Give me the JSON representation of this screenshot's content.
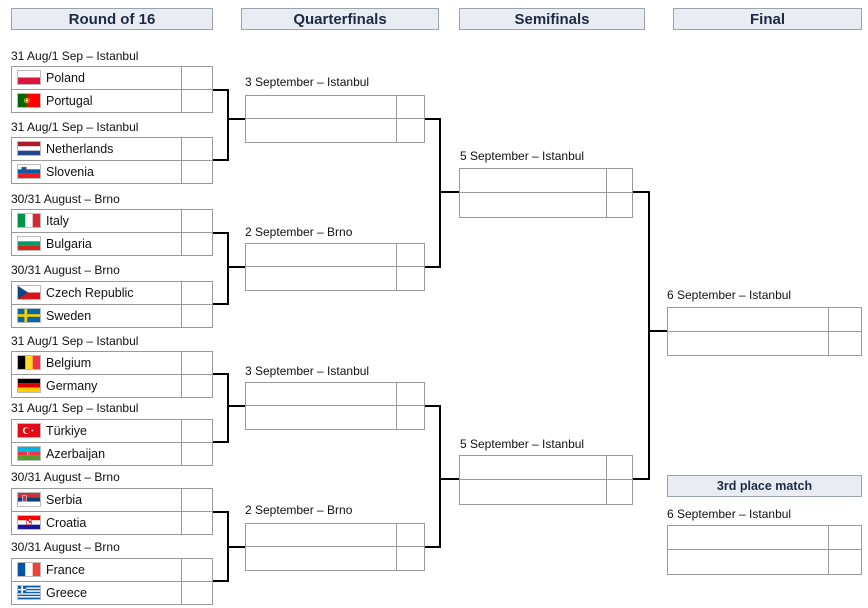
{
  "headers": {
    "round_of_16": "Round of 16",
    "quarterfinals": "Quarterfinals",
    "semifinals": "Semifinals",
    "final": "Final"
  },
  "round_of_16": [
    {
      "date": "31 Aug/1 Sep – Istanbul",
      "team1": "Poland",
      "flag1": "poland-flag-icon",
      "team2": "Portugal",
      "flag2": "portugal-flag-icon"
    },
    {
      "date": "31 Aug/1 Sep – Istanbul",
      "team1": "Netherlands",
      "flag1": "netherlands-flag-icon",
      "team2": "Slovenia",
      "flag2": "slovenia-flag-icon"
    },
    {
      "date": "30/31 August – Brno",
      "team1": "Italy",
      "flag1": "italy-flag-icon",
      "team2": "Bulgaria",
      "flag2": "bulgaria-flag-icon"
    },
    {
      "date": "30/31 August – Brno",
      "team1": "Czech Republic",
      "flag1": "czech-republic-flag-icon",
      "team2": "Sweden",
      "flag2": "sweden-flag-icon"
    },
    {
      "date": "31 Aug/1 Sep – Istanbul",
      "team1": "Belgium",
      "flag1": "belgium-flag-icon",
      "team2": "Germany",
      "flag2": "germany-flag-icon"
    },
    {
      "date": "31 Aug/1 Sep – Istanbul",
      "team1": "Türkiye",
      "flag1": "turkiye-flag-icon",
      "team2": "Azerbaijan",
      "flag2": "azerbaijan-flag-icon"
    },
    {
      "date": "30/31 August – Brno",
      "team1": "Serbia",
      "flag1": "serbia-flag-icon",
      "team2": "Croatia",
      "flag2": "croatia-flag-icon"
    },
    {
      "date": "30/31 August – Brno",
      "team1": "France",
      "flag1": "france-flag-icon",
      "team2": "Greece",
      "flag2": "greece-flag-icon"
    }
  ],
  "quarterfinals": [
    {
      "date": "3 September – Istanbul"
    },
    {
      "date": "2 September – Brno"
    },
    {
      "date": "3 September – Istanbul"
    },
    {
      "date": "2 September – Brno"
    }
  ],
  "semifinals": [
    {
      "date": "5 September – Istanbul"
    },
    {
      "date": "5 September – Istanbul"
    }
  ],
  "final": {
    "date": "6 September – Istanbul"
  },
  "third_place": {
    "label": "3rd place match",
    "date": "6 September – Istanbul"
  },
  "colors": {
    "header_bg": "#e9edf3",
    "header_text": "#1d2a44",
    "line": "#000000",
    "box_border": "#9a9a9a"
  }
}
